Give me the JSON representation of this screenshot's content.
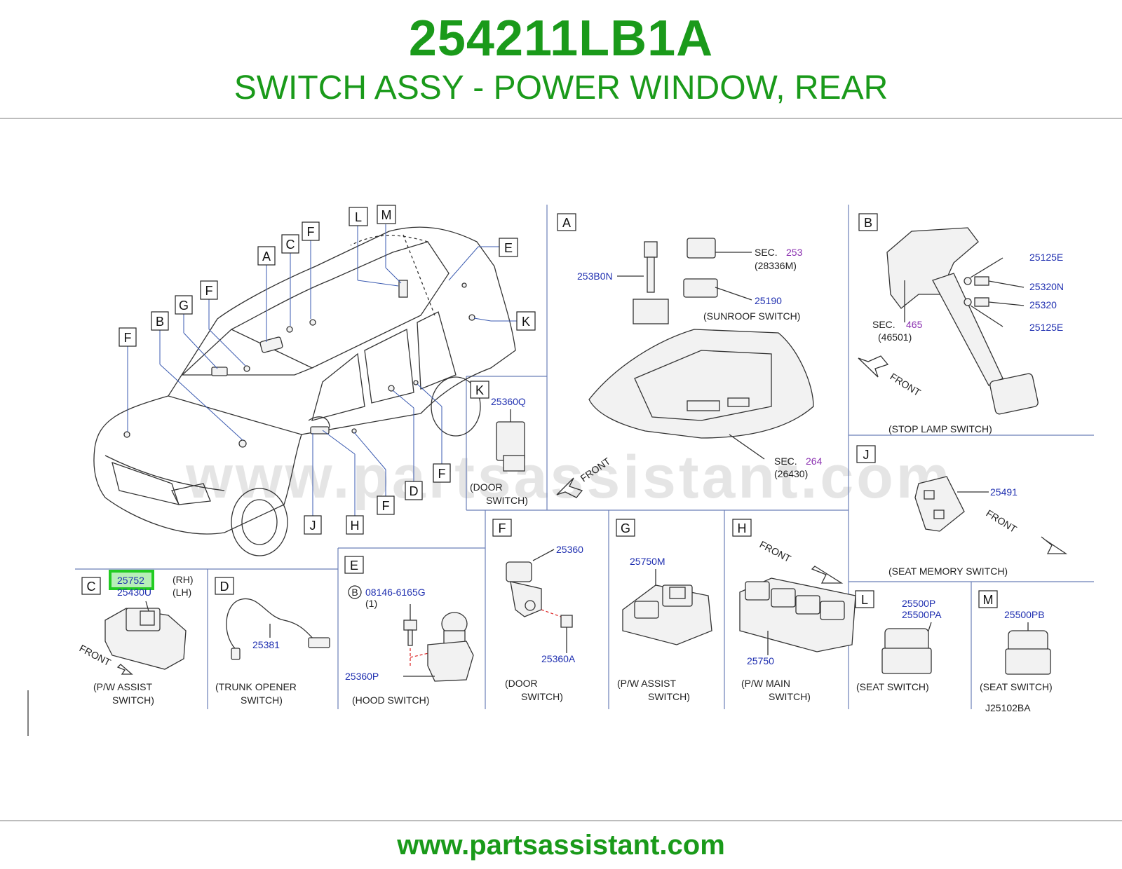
{
  "header": {
    "part_number": "254211LB1A",
    "description": "SWITCH ASSY - POWER WINDOW, REAR"
  },
  "footer": {
    "url": "www.partsassistant.com"
  },
  "watermark": "www.partsassistant.com",
  "colors": {
    "brand_green": "#1a9a1a",
    "part_number_blue": "#1f2fb0",
    "section_purple": "#8a2fb0",
    "highlight_green": "#22cc22"
  },
  "diagram": {
    "code": "J25102BA",
    "vehicle_callouts": [
      "A",
      "B",
      "C",
      "D",
      "E",
      "F",
      "F",
      "F",
      "F",
      "G",
      "H",
      "J",
      "K",
      "L",
      "M"
    ],
    "panels": {
      "A": {
        "letter": "A",
        "parts": [
          "253B0N",
          "25190"
        ],
        "sections": [
          {
            "prefix": "SEC.",
            "num": "253",
            "ref": "(28336M)"
          },
          {
            "prefix": "SEC.",
            "num": "264",
            "ref": "(26430)"
          }
        ],
        "caption": "(SUNROOF   SWITCH)",
        "front": "FRONT"
      },
      "B": {
        "letter": "B",
        "parts": [
          "25125E",
          "25320N",
          "25320",
          "25125E"
        ],
        "section": {
          "prefix": "SEC.",
          "num": "465",
          "ref": "(46501)"
        },
        "front": "FRONT",
        "caption": "(STOP   LAMP   SWITCH)"
      },
      "K": {
        "letter": "K",
        "part": "25360Q",
        "caption_1": "(DOOR",
        "caption_2": "SWITCH)"
      },
      "J": {
        "letter": "J",
        "part": "25491",
        "front": "FRONT",
        "caption": "(SEAT   MEMORY   SWITCH)"
      },
      "C": {
        "letter": "C",
        "part_rh": "25752",
        "side_rh": "(RH)",
        "part_lh": "25430U",
        "side_lh": "(LH)",
        "front": "FRONT",
        "caption_1": "(P/W   ASSIST",
        "caption_2": "SWITCH)"
      },
      "D": {
        "letter": "D",
        "part": "25381",
        "caption_1": "(TRUNK   OPENER",
        "caption_2": "SWITCH)"
      },
      "E": {
        "letter": "E",
        "bolt_ref": "B",
        "bolt_part": "08146-6165G",
        "bolt_qty": "(1)",
        "part": "25360P",
        "caption": "(HOOD   SWITCH)"
      },
      "F": {
        "letter": "F",
        "part": "25360",
        "part_bolt": "25360A",
        "caption_1": "(DOOR",
        "caption_2": "SWITCH)"
      },
      "G": {
        "letter": "G",
        "part": "25750M",
        "caption_1": "(P/W   ASSIST",
        "caption_2": "SWITCH)"
      },
      "H": {
        "letter": "H",
        "part": "25750",
        "front": "FRONT",
        "caption_1": "(P/W   MAIN",
        "caption_2": "SWITCH)"
      },
      "L": {
        "letter": "L",
        "part_1": "25500P",
        "part_2": "25500PA",
        "caption": "(SEAT   SWITCH)"
      },
      "M": {
        "letter": "M",
        "part": "25500PB",
        "caption": "(SEAT   SWITCH)"
      }
    }
  }
}
